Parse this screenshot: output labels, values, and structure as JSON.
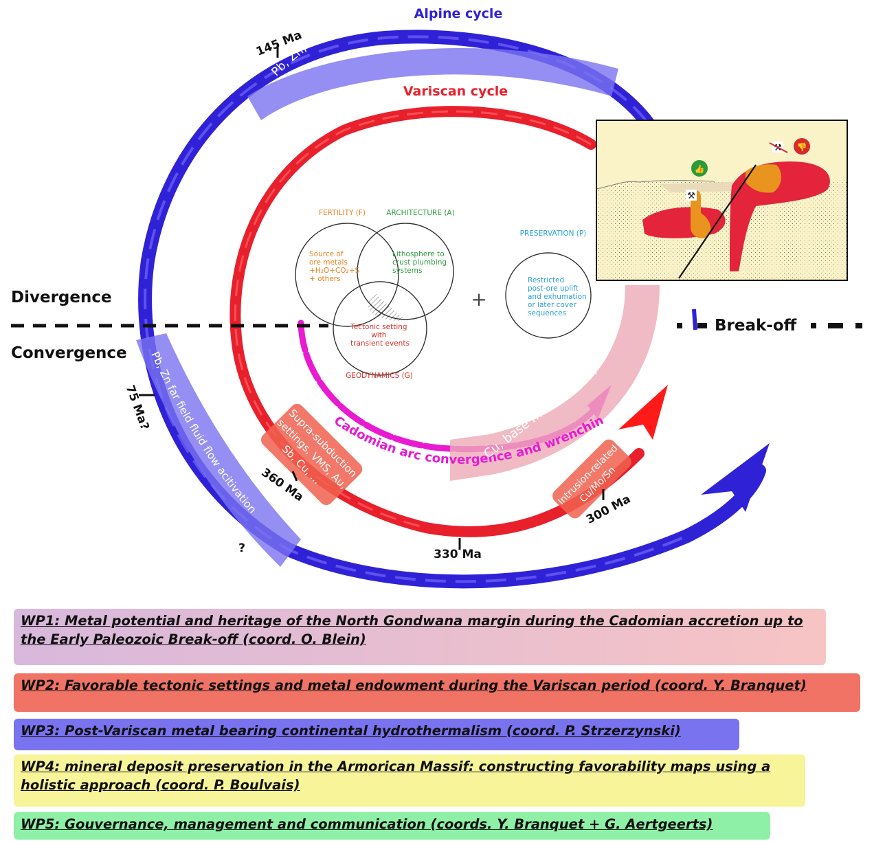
{
  "cycles": {
    "alpine": {
      "title": "Alpine cycle",
      "band1": "Pb, Zn, Ba, F, VMS (Rouez) remobilization at unconformity",
      "band2": "Pb, Zn far field fluid flow acitivation"
    },
    "variscan": {
      "title": "Variscan cycle",
      "box1": [
        "Supra-subduction",
        "settings, VMS, Au,",
        "Sb, Cu, ..."
      ],
      "box2": [
        "Intrusion-related",
        "Cu/Mo/Sn"
      ]
    },
    "cadomian": {
      "label": "Cadomian arc convergence and wrenching",
      "band": "Cu, base metals, W-Sn"
    }
  },
  "ages": {
    "a145": "145 Ma",
    "a75": "75 Ma?",
    "a360": "360 Ma",
    "a330": "330 Ma",
    "a300": "300 Ma",
    "question": "?"
  },
  "labels": {
    "divergence": "Divergence",
    "convergence": "Convergence",
    "breakoff": "Break-off"
  },
  "venn": {
    "fertility_title": "FERTILITY (F)",
    "architecture_title": "ARCHITECTURE (A)",
    "geodynamics_title": "GEODYNAMICS (G)",
    "preservation_title": "PRESERVATION (P)",
    "fertility_text": [
      "Source of",
      "ore metals",
      "+H₂O+CO₂+S",
      "+ others"
    ],
    "architecture_text": [
      "Lithosphere to",
      "crust plumbing",
      "systems"
    ],
    "geodynamics_text": [
      "Tectonic setting",
      "with",
      "transient events"
    ],
    "preservation_text": [
      "Restricted",
      "post-ore uplift",
      "and exhumation",
      "or later cover",
      "sequences"
    ],
    "plus": "+"
  },
  "work_packages": [
    {
      "text": "WP1: Metal potential and heritage of the North Gondwana margin during the Cadomian accretion up to the Early Paleozoic Break-off (coord. O. Blein)"
    },
    {
      "text": "WP2: Favorable tectonic settings and metal endowment during the Variscan period (coord. Y. Branquet)"
    },
    {
      "text": "WP3: Post-Variscan metal bearing continental hydrothermalism (coord. P. Strzerzynski)"
    },
    {
      "text": "WP4: mineral deposit preservation in the Armorican Massif: constructing favorability maps using a holistic approach (coord. P. Boulvais)"
    },
    {
      "text": "WP5: Gouvernance, management and communication (coords. Y. Branquet + G. Aertgeerts)"
    }
  ],
  "colors": {
    "alpine": "#2f22d6",
    "variscan": "#e8202c",
    "cadomian": "#e81bd2",
    "wp1": "#d8b8dc",
    "wp2": "#f07365",
    "wp3": "#7a73f0",
    "wp4": "#f7f49a",
    "wp5": "#8ef0a6",
    "fertility": "#e8821e",
    "architecture": "#2e9b3e",
    "geodynamics": "#d8302a",
    "preservation": "#2aa0d6"
  }
}
